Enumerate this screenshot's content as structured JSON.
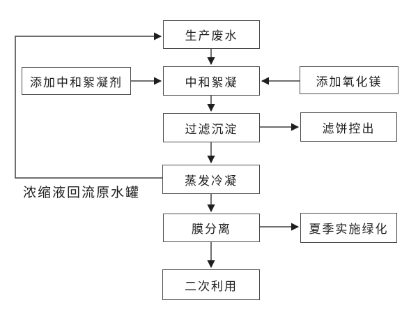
{
  "diagram": {
    "type": "flowchart",
    "language": "zh-CN",
    "nodes": {
      "production_wastewater": {
        "label": "生产废水"
      },
      "add_neutralizing_flocculant": {
        "label": "添加中和絮凝剂"
      },
      "neutralization_flocculation": {
        "label": "中和絮凝"
      },
      "add_magnesium_oxide": {
        "label": "添加氧化镁"
      },
      "filtration_sedimentation": {
        "label": "过滤沉淀"
      },
      "filter_cake_out": {
        "label": "滤饼控出"
      },
      "evaporation_condensation": {
        "label": "蒸发冷凝"
      },
      "membrane_separation": {
        "label": "膜分离"
      },
      "summer_greening": {
        "label": "夏季实施绿化"
      },
      "secondary_use": {
        "label": "二次利用"
      }
    },
    "annotation": {
      "label": "浓缩液回流原水罐"
    },
    "edges": [
      {
        "from": "production_wastewater",
        "to": "neutralization_flocculation"
      },
      {
        "from": "add_neutralizing_flocculant",
        "to": "neutralization_flocculation"
      },
      {
        "from": "add_magnesium_oxide",
        "to": "neutralization_flocculation"
      },
      {
        "from": "neutralization_flocculation",
        "to": "filtration_sedimentation"
      },
      {
        "from": "filtration_sedimentation",
        "to": "filter_cake_out"
      },
      {
        "from": "filtration_sedimentation",
        "to": "evaporation_condensation"
      },
      {
        "from": "evaporation_condensation",
        "to": "membrane_separation"
      },
      {
        "from": "evaporation_condensation",
        "to": "production_wastewater",
        "label": "浓缩液回流原水罐"
      },
      {
        "from": "membrane_separation",
        "to": "summer_greening"
      },
      {
        "from": "membrane_separation",
        "to": "secondary_use"
      }
    ],
    "colors": {
      "background": "#ffffff",
      "line": "#3f3f3f",
      "box_border": "#4b4b4b",
      "text": "#1f1f1f"
    }
  }
}
